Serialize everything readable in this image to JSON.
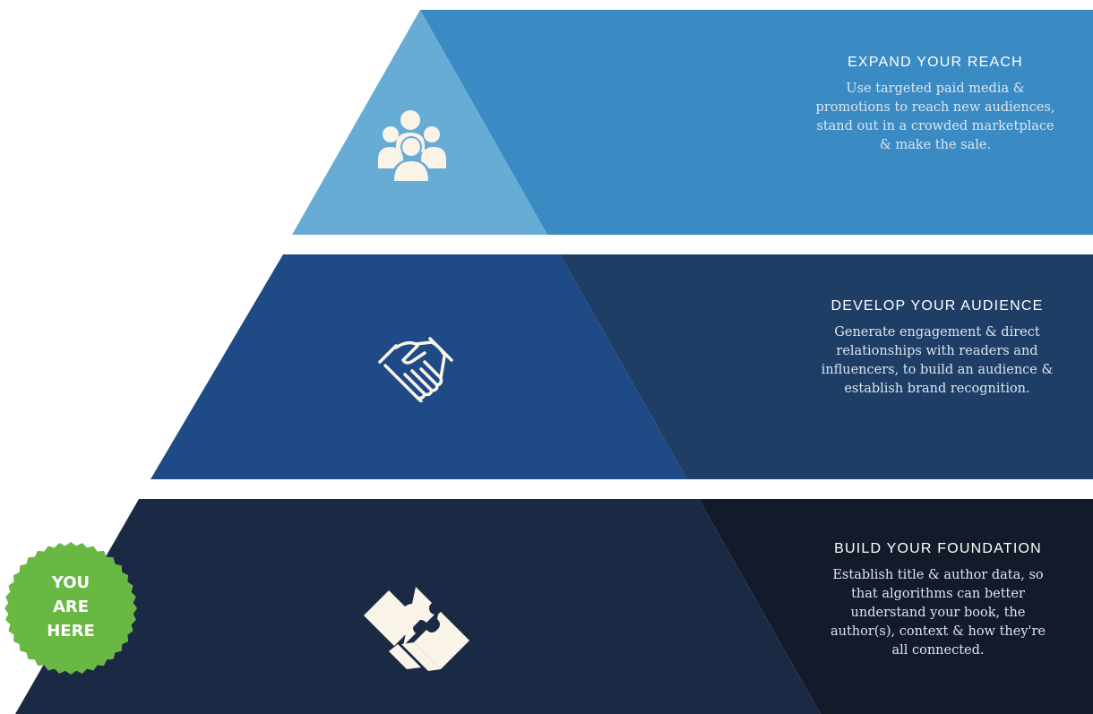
{
  "tiers": [
    {
      "heading": "EXPAND YOUR REACH",
      "description": "Use targeted paid media & promotions to reach new audiences, stand out in a crowded marketplace & make the sale.",
      "icon": "people-group-icon",
      "colors": {
        "left": "#67acd5",
        "right": "#3a8ac4"
      }
    },
    {
      "heading": "DEVELOP YOUR AUDIENCE",
      "description": "Generate engagement & direct relationships with readers and influencers, to build an audience & establish brand recognition.",
      "icon": "handshake-icon",
      "colors": {
        "left": "#1e4a85",
        "right": "#1f3e66"
      }
    },
    {
      "heading": "BUILD YOUR FOUNDATION",
      "description": "Establish title & author data, so that algorithms can better understand your book, the author(s), context & how they're all connected.",
      "icon": "puzzle-pieces-icon",
      "colors": {
        "left": "#1b2a44",
        "right": "#131a2a"
      }
    }
  ],
  "badge": {
    "lines": [
      "YOU",
      "ARE",
      "HERE"
    ],
    "color": "#6ab844"
  },
  "icon_color": "#faf3e8"
}
